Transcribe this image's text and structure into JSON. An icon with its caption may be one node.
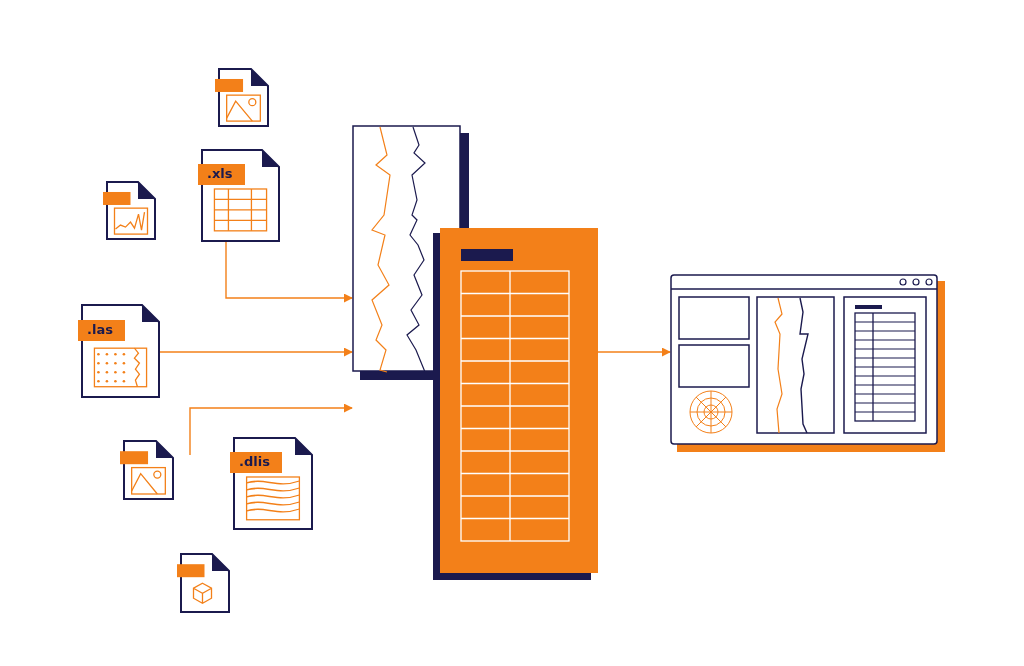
{
  "diagram": {
    "nodes": [
      {
        "text": [],
        "shape": "picture"
      },
      {
        "text": [],
        "shape": "picture"
      },
      {
        "text": [
          ".xls"
        ]
      },
      {
        "text": [
          ".las"
        ]
      },
      {
        "text": [],
        "shape": "picture"
      },
      {
        "text": [
          ".dlis"
        ]
      },
      {
        "text": [],
        "shape": "picture"
      },
      {
        "text": [],
        "shape": "picture"
      },
      {
        "text": [],
        "shape": "picture"
      },
      {
        "text": [],
        "shape": "picture"
      }
    ],
    "edges": [
      {
        "from": 2,
        "to": 7,
        "arrow": "to"
      },
      {
        "from": 3,
        "to": 7,
        "arrow": "to"
      },
      {
        "from": null,
        "to": 7,
        "arrow": "to"
      },
      {
        "from": 8,
        "to": 9,
        "arrow": "to"
      }
    ]
  }
}
